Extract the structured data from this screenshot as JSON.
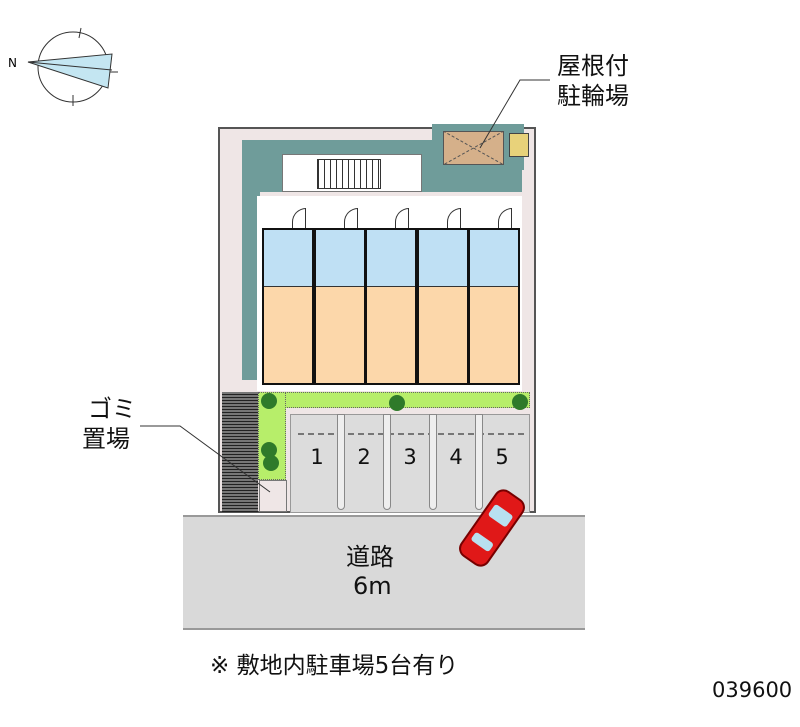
{
  "labels": {
    "bike_parking_line1": "屋根付",
    "bike_parking_line2": "駐輪場",
    "garbage_line1": "ゴミ",
    "garbage_line2": "置場",
    "road_line1": "道路",
    "road_line2": "6m",
    "compass_north": "N"
  },
  "parking": {
    "spaces": [
      "1",
      "2",
      "3",
      "4",
      "5"
    ]
  },
  "footer": {
    "note": "※ 敷地内駐車場5台有り",
    "property_id": "039600"
  },
  "colors": {
    "lot": "#efe6e6",
    "walkway": "#6f9c9a",
    "wet_area": "#bfe0f4",
    "room": "#fcd7aa",
    "planting": "#b7ee6a",
    "parking": "#dcdcdc",
    "road": "#d9d9d9",
    "car": "#e01818"
  }
}
